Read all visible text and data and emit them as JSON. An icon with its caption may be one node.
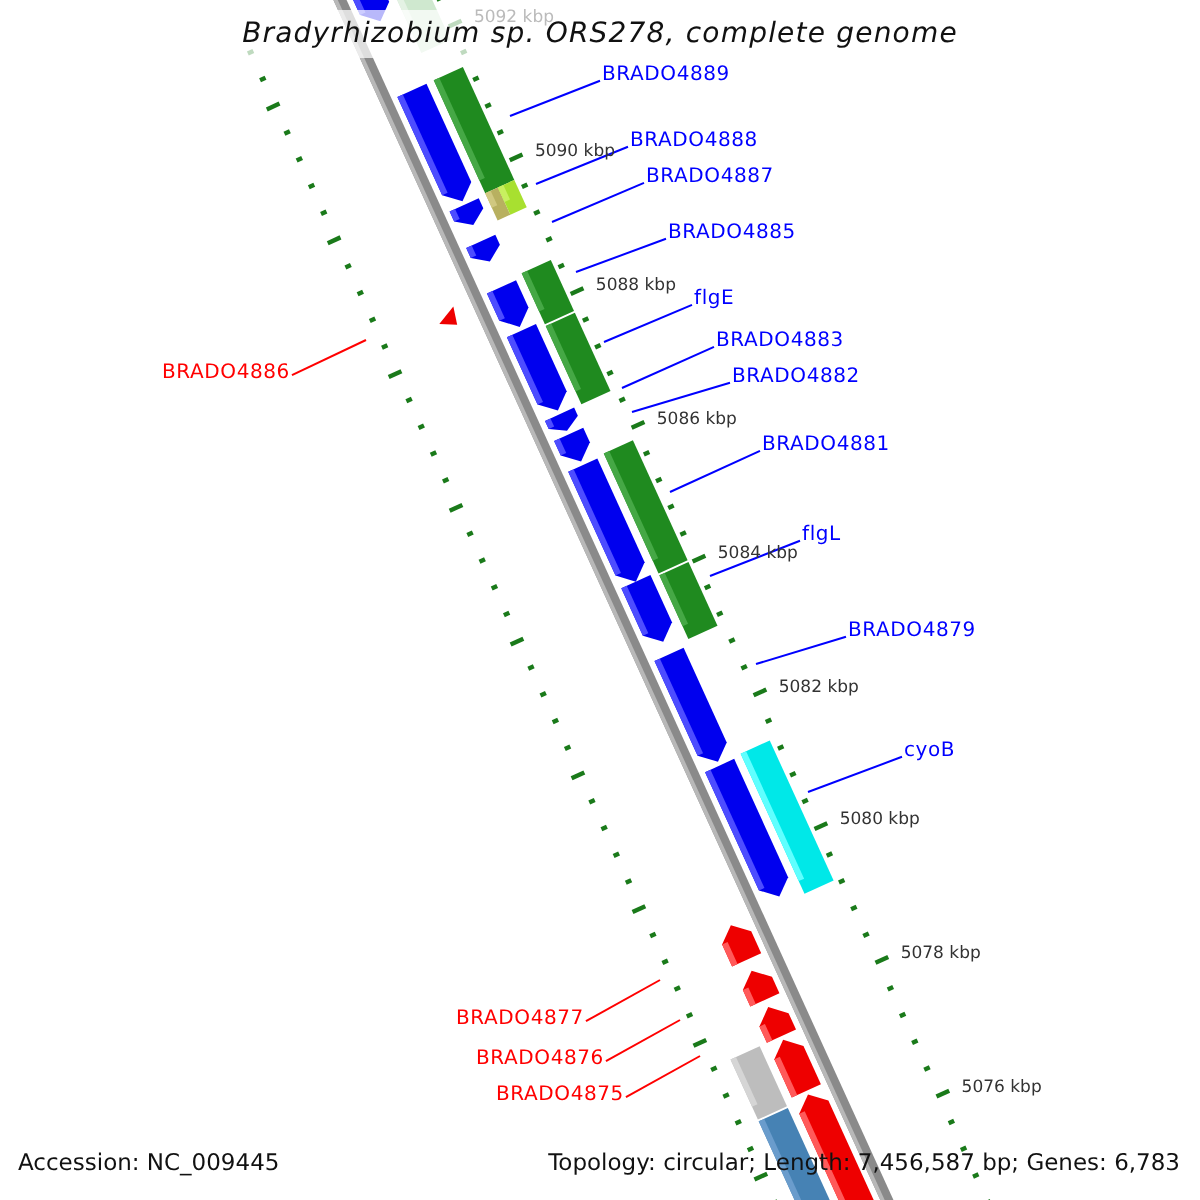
{
  "diagram": {
    "title": "Bradyrhizobium sp. ORS278, complete genome",
    "nodes": [
      {
        "text": [
          "BRADO4889"
        ]
      },
      {
        "text": [
          "BRADO4888"
        ]
      },
      {
        "text": [
          "BRADO4887"
        ]
      },
      {
        "text": [
          "BRADO4885"
        ]
      },
      {
        "text": [
          "flgE"
        ]
      },
      {
        "text": [
          "BRADO4883"
        ]
      },
      {
        "text": [
          "BRADO4886"
        ]
      },
      {
        "text": [
          "BRADO4882"
        ]
      },
      {
        "text": [
          "BRADO4881"
        ]
      },
      {
        "text": [
          "flgL"
        ]
      },
      {
        "text": [
          "BRADO4879"
        ]
      },
      {
        "text": [
          "cyoB"
        ]
      },
      {
        "text": [
          "BRADO4877"
        ]
      },
      {
        "text": [
          "BRADO4876"
        ]
      },
      {
        "text": [
          "BRADO4875"
        ]
      }
    ],
    "edges": [
      {
        "from": 0,
        "to": null,
        "arrow": "none"
      },
      {
        "from": 1,
        "to": null,
        "arrow": "none"
      },
      {
        "from": 2,
        "to": null,
        "arrow": "none"
      },
      {
        "from": 3,
        "to": null,
        "arrow": "none"
      },
      {
        "from": 4,
        "to": null,
        "arrow": "none"
      },
      {
        "from": 5,
        "to": null,
        "arrow": "none"
      },
      {
        "from": 6,
        "to": null,
        "arrow": "none",
        "color": "#ff0000"
      },
      {
        "from": 7,
        "to": null,
        "arrow": "none"
      },
      {
        "from": 8,
        "to": null,
        "arrow": "none"
      },
      {
        "from": 9,
        "to": null,
        "arrow": "none"
      },
      {
        "from": 10,
        "to": null,
        "arrow": "none"
      },
      {
        "from": 11,
        "to": null,
        "arrow": "none"
      },
      {
        "from": 12,
        "to": null,
        "arrow": "none",
        "color": "#ff0000"
      },
      {
        "from": 13,
        "to": null,
        "arrow": "none",
        "color": "#ff0000"
      },
      {
        "from": 14,
        "to": null,
        "arrow": "none",
        "color": "#ff0000"
      }
    ],
    "labels": [
      "5092 kbp",
      "5090 kbp",
      "5088 kbp",
      "5086 kbp",
      "5084 kbp",
      "5082 kbp",
      "5080 kbp",
      "5078 kbp",
      "5076 kbp",
      "Accession: NC_009445",
      "Topology: circular; Length: 7,456,587 bp; Genes: 6,783"
    ]
  }
}
